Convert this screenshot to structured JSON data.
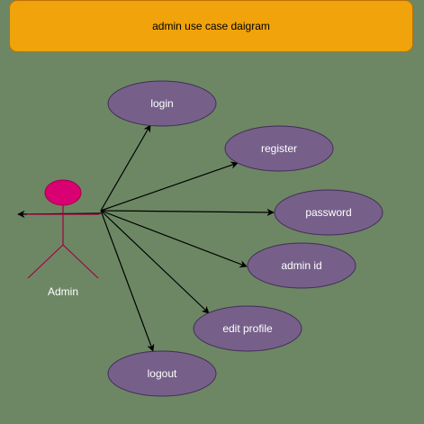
{
  "title": "admin use case daigram",
  "actor": {
    "name": "Admin"
  },
  "use_cases": [
    {
      "id": "login",
      "label": "login"
    },
    {
      "id": "register",
      "label": "register"
    },
    {
      "id": "password",
      "label": "password"
    },
    {
      "id": "admin-id",
      "label": "admin id"
    },
    {
      "id": "edit-profile",
      "label": "edit profile"
    },
    {
      "id": "logout",
      "label": "logout"
    }
  ],
  "colors": {
    "background": "#6d8764",
    "title_fill": "#f0a30a",
    "use_case_fill": "#76608a",
    "use_case_stroke": "#432d57",
    "actor_head": "#d80073",
    "actor_body": "#a50040"
  }
}
